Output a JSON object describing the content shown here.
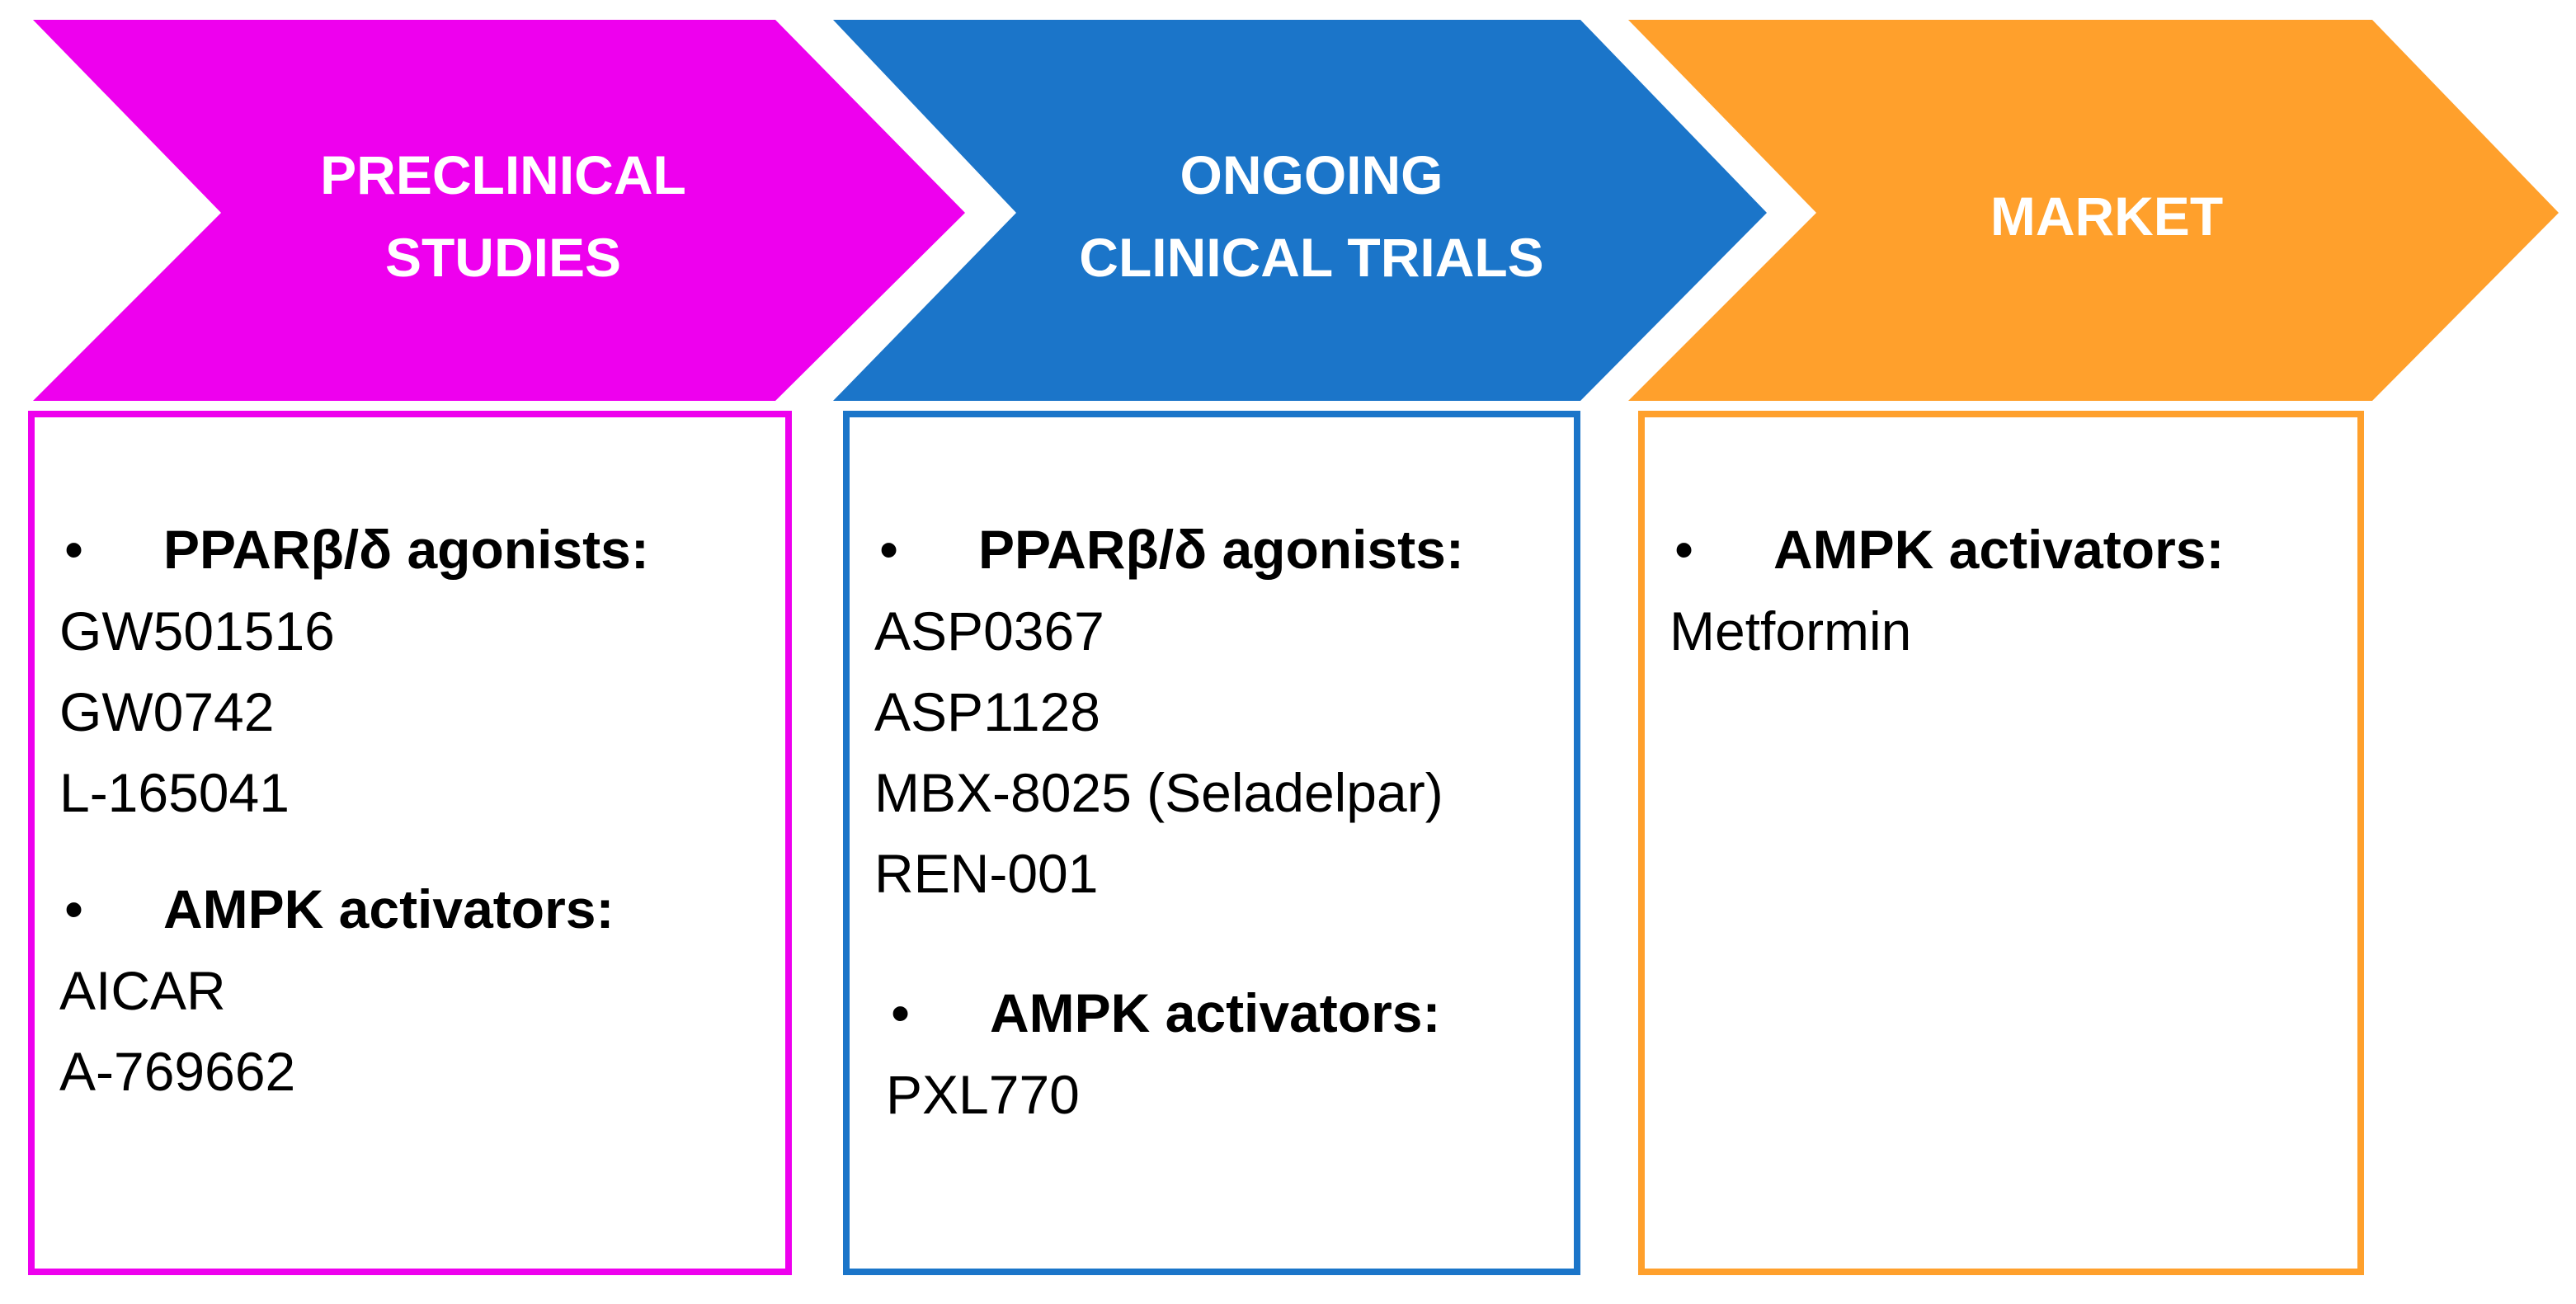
{
  "colors": {
    "preclinical": "#EE00EE",
    "clinical": "#1B75C9",
    "market": "#FFA02C",
    "title_text": "#FFFFFF",
    "body_text": "#000000"
  },
  "stages": [
    {
      "title_lines": [
        "PRECLINICAL",
        "STUDIES"
      ],
      "groups": [
        {
          "heading": "PPARβ/δ agonists:",
          "items": [
            "GW501516",
            "GW0742",
            "L-165041"
          ]
        },
        {
          "heading": "AMPK activators:",
          "items": [
            "AICAR",
            "A-769662"
          ]
        }
      ]
    },
    {
      "title_lines": [
        "ONGOING",
        "CLINICAL TRIALS"
      ],
      "groups": [
        {
          "heading": "PPARβ/δ agonists:",
          "items": [
            "ASP0367",
            "ASP1128",
            "MBX-8025 (Seladelpar)",
            "REN-001"
          ]
        },
        {
          "heading": "AMPK activators:",
          "items": [
            "PXL770"
          ]
        }
      ]
    },
    {
      "title_lines": [
        "MARKET"
      ],
      "groups": [
        {
          "heading": "AMPK activators:",
          "items": [
            "Metformin"
          ]
        }
      ]
    }
  ],
  "bullet_symbol": "•"
}
